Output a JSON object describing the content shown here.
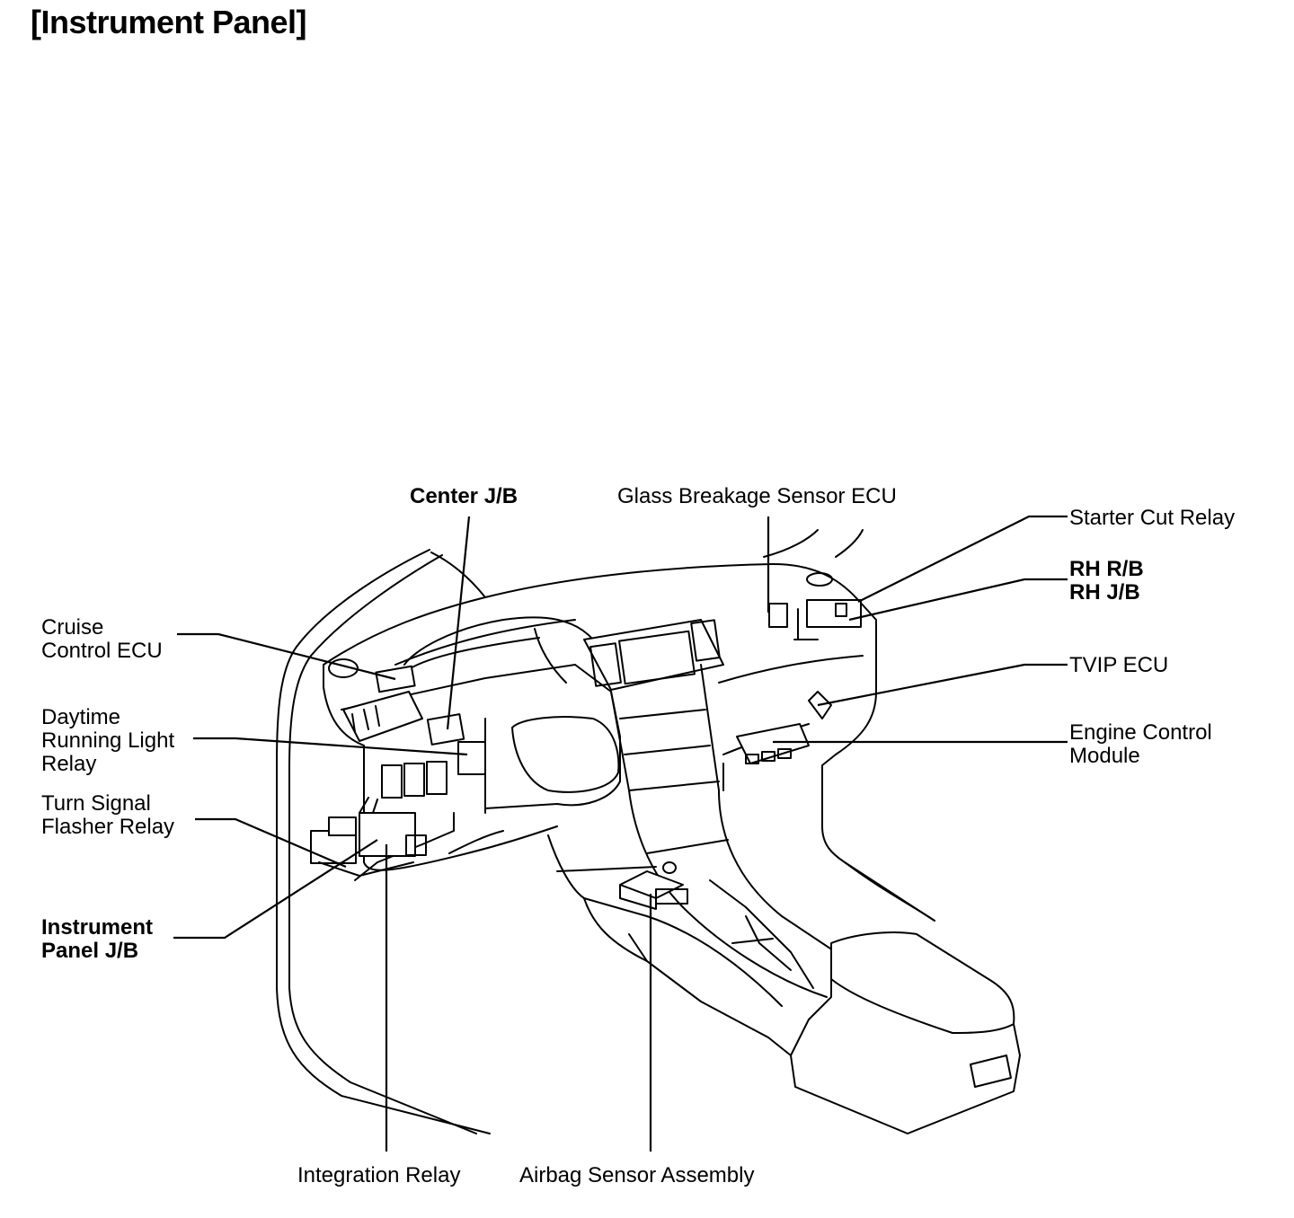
{
  "title": "[Instrument Panel]",
  "labels": {
    "center_jb": "Center J/B",
    "glass_breakage": "Glass Breakage Sensor ECU",
    "starter_cut": "Starter Cut Relay",
    "rh_rb": "RH R/B",
    "rh_jb": "RH J/B",
    "tvip": "TVIP ECU",
    "ecm_1": "Engine Control",
    "ecm_2": "Module",
    "cruise_1": "Cruise",
    "cruise_2": "Control ECU",
    "drl_1": "Daytime",
    "drl_2": "Running Light",
    "drl_3": "Relay",
    "turn_1": "Turn Signal",
    "turn_2": "Flasher Relay",
    "ipjb_1": "Instrument",
    "ipjb_2": "Panel J/B",
    "integration": "Integration Relay",
    "airbag": "Airbag Sensor Assembly"
  }
}
